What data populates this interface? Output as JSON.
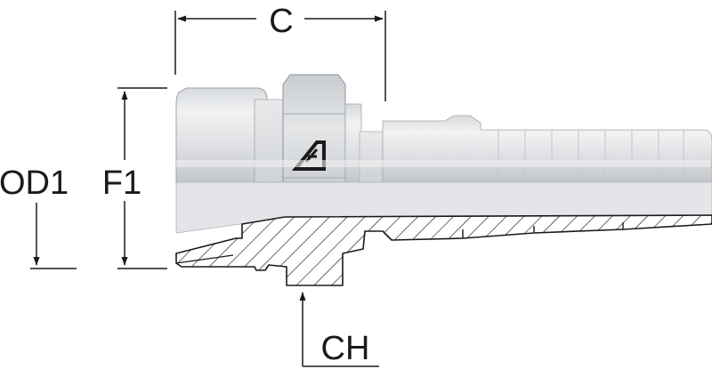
{
  "diagram": {
    "labels": {
      "c": "C",
      "od1": "OD1",
      "f1": "F1",
      "ch": "CH"
    },
    "icons": {
      "logo": "brand-logo-icon",
      "arrowheads": "arrowhead-icon"
    },
    "colors": {
      "ink": "#1a1a1a",
      "metal_light": "#e6e8ea",
      "metal_mid": "#c6c9cd",
      "metal_dark": "#9ea2a7",
      "section_fill": "#ffffff"
    }
  }
}
